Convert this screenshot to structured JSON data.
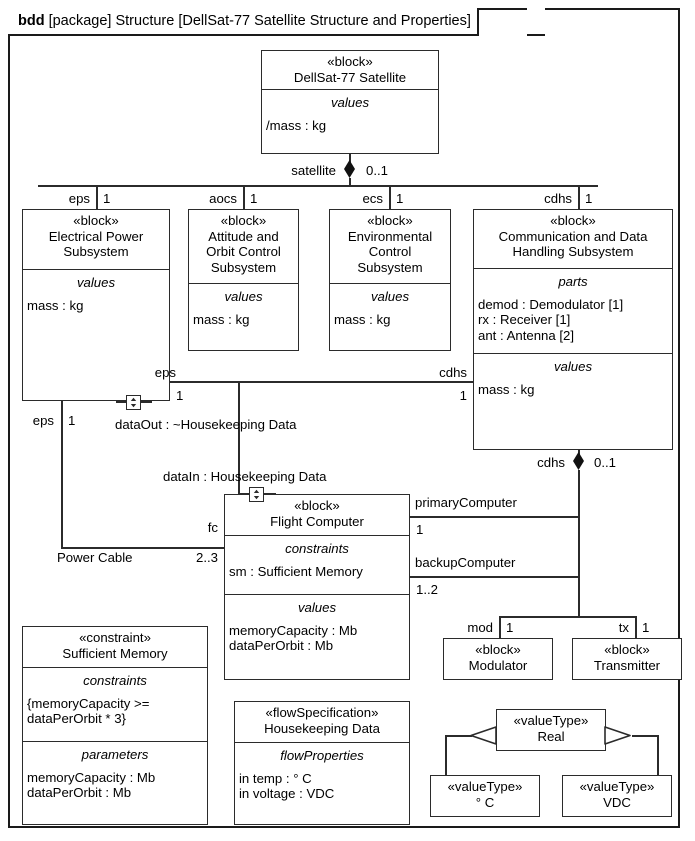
{
  "frame": {
    "kind": "bdd",
    "text": "[package] Structure [DellSat-77 Satellite Structure and Properties]"
  },
  "blocks": {
    "satellite": {
      "stereotype": "« block »",
      "stereotype_text": "«block»",
      "name": "DellSat-77 Satellite",
      "values_title": "values",
      "values": "/mass : kg"
    },
    "eps": {
      "stereotype_text": "«block»",
      "name": "Electrical Power\nSubsystem",
      "values_title": "values",
      "values": "mass : kg"
    },
    "aocs": {
      "stereotype_text": "«block»",
      "name": "Attitude and\nOrbit Control\nSubsystem",
      "values_title": "values",
      "values": "mass : kg"
    },
    "ecs": {
      "stereotype_text": "«block»",
      "name": "Environmental\nControl\nSubsystem",
      "values_title": "values",
      "values": "mass : kg"
    },
    "cdhs": {
      "stereotype_text": "«block»",
      "name": "Communication and Data\nHandling Subsystem",
      "parts_title": "parts",
      "parts": "demod : Demodulator [1]\nrx : Receiver [1]\nant : Antenna [2]",
      "values_title": "values",
      "values": "mass : kg"
    },
    "flight_computer": {
      "stereotype_text": "«block»",
      "name": "Flight Computer",
      "constraints_title": "constraints",
      "constraints": "sm : Sufficient Memory",
      "values_title": "values",
      "values": "memoryCapacity : Mb\ndataPerOrbit : Mb"
    },
    "modulator": {
      "stereotype_text": "«block»",
      "name": "Modulator"
    },
    "transmitter": {
      "stereotype_text": "«block»",
      "name": "Transmitter"
    },
    "sufficient_memory": {
      "stereotype_text": "«constraint»",
      "name": "Sufficient Memory",
      "constraints_title": "constraints",
      "constraints": "{memoryCapacity >=\ndataPerOrbit * 3}",
      "parameters_title": "parameters",
      "parameters": "memoryCapacity : Mb\ndataPerOrbit : Mb"
    },
    "housekeeping_data": {
      "stereotype_text": "«flowSpecification»",
      "name": "Housekeeping Data",
      "flowprops_title": "flowProperties",
      "flowprops": "in temp : ° C\nin voltage : VDC"
    },
    "real": {
      "stereotype_text": "«valueType»",
      "name": "Real"
    },
    "degc": {
      "stereotype_text": "«valueType»",
      "name": "° C"
    },
    "vdc": {
      "stereotype_text": "«valueType»",
      "name": "VDC"
    }
  },
  "connectors": {
    "satellite_role": "satellite",
    "satellite_mult": "0..1",
    "eps_role": "eps",
    "eps_mult": "1",
    "aocs_role": "aocs",
    "aocs_mult": "1",
    "ecs_role": "ecs",
    "ecs_mult": "1",
    "cdhs_role": "cdhs",
    "cdhs_mult": "1",
    "eps_assoc_role": "eps",
    "eps_assoc_mult": "1",
    "cdhs_assoc_role": "cdhs",
    "cdhs_assoc_mult": "1",
    "dataout_label": "dataOut : ~Housekeeping Data",
    "datain_label": "dataIn : Housekeeping Data",
    "eps_power_role": "eps",
    "eps_power_mult": "1",
    "power_cable_label": "Power Cable",
    "fc_role": "fc",
    "fc_mult": "2..3",
    "cdhs_comp_role": "cdhs",
    "cdhs_comp_mult": "0..1",
    "primary_computer_role": "primaryComputer",
    "primary_computer_mult": "1",
    "backup_computer_role": "backupComputer",
    "backup_computer_mult": "1..2",
    "mod_role": "mod",
    "mod_mult": "1",
    "tx_role": "tx",
    "tx_mult": "1"
  }
}
